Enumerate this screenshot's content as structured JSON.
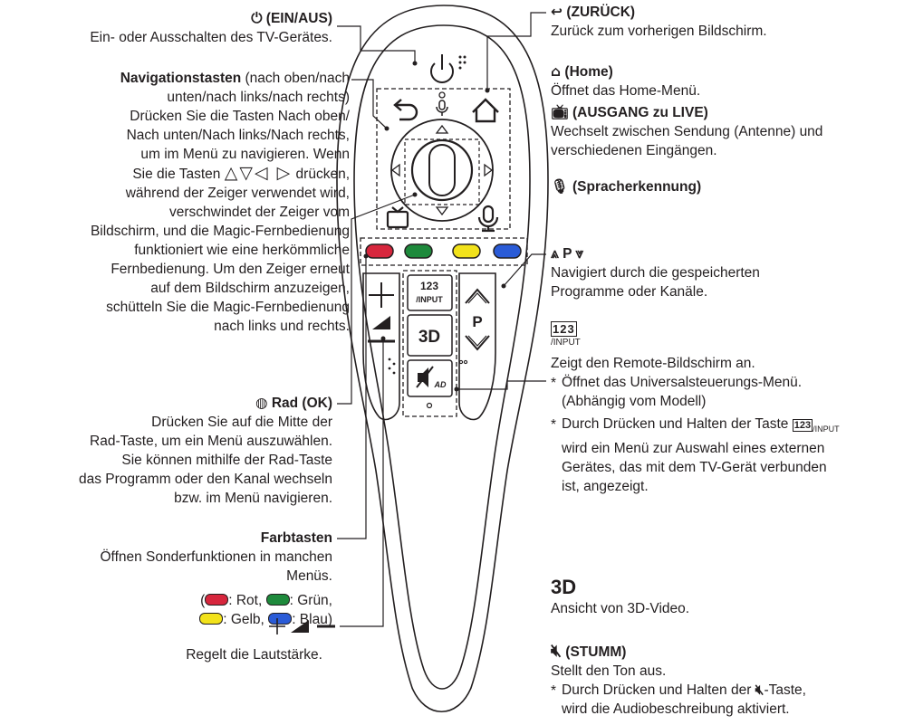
{
  "left": {
    "power": {
      "title": "(EIN/AUS)",
      "text": "Ein- oder Ausschalten des TV-Gerätes."
    },
    "nav": {
      "title": "Navigationstasten",
      "title_suffix": " (nach oben/nach",
      "lines": [
        "unten/nach links/nach rechts)",
        "Drücken Sie die Tasten Nach oben/",
        "Nach unten/Nach links/Nach rechts,",
        "um im Menü zu navigieren. Wenn",
        "Sie die Tasten",
        "drücken,",
        "während der Zeiger verwendet wird,",
        "verschwindet der Zeiger vom",
        "Bildschirm, und die Magic-Fernbedienung",
        "funktioniert wie eine herkömmliche",
        "Fernbedienung. Um den Zeiger erneut",
        "auf dem Bildschirm anzuzeigen,",
        "schütteln Sie die Magic-Fernbedienung",
        "nach links und rechts."
      ]
    },
    "wheel": {
      "title": "Rad (OK)",
      "lines": [
        "Drücken Sie auf die Mitte der",
        "Rad-Taste, um ein Menü auszuwählen.",
        "Sie können mithilfe der Rad-Taste",
        "das Programm oder den Kanal wechseln",
        "bzw. im Menü navigieren."
      ]
    },
    "color": {
      "title": "Farbtasten",
      "lines": [
        "Öffnen Sonderfunktionen in manchen",
        "Menüs."
      ],
      "red": ": Rot,",
      "green": ": Grün,",
      "yellow": ": Gelb,",
      "blue": ": Blau)",
      "open": "("
    },
    "volume": {
      "text": "Regelt die Lautstärke."
    }
  },
  "right": {
    "back": {
      "title": "(ZURÜCK)",
      "text": "Zurück zum vorherigen Bildschirm."
    },
    "home": {
      "title": "(Home)",
      "text": "Öffnet das Home-Menü."
    },
    "live": {
      "title": "(AUSGANG zu LIVE)",
      "lines": [
        "Wechselt zwischen Sendung (Antenne) und",
        "verschiedenen Eingängen."
      ]
    },
    "voice": {
      "title": "(Spracherkennung)"
    },
    "prog": {
      "title": "P",
      "lines": [
        "Navigiert durch die gespeicherten",
        "Programme oder Kanäle."
      ]
    },
    "input": {
      "digits": "123",
      "label": "/INPUT",
      "text": "Zeigt den Remote-Bildschirm an.",
      "note1": [
        "Öffnet das Universalsteuerungs-Menü.",
        "(Abhängig vom Modell)"
      ],
      "note2_a": "Durch Drücken und Halten der Taste",
      "note2_lines": [
        "wird ein Menü zur Auswahl eines externen",
        "Gerätes, das mit dem TV-Gerät verbunden",
        "ist, angezeigt."
      ]
    },
    "three_d": {
      "title": "3D",
      "text": "Ansicht von 3D-Video."
    },
    "mute": {
      "title": "(STUMM)",
      "text": "Stellt den Ton aus.",
      "note_a": "Durch Drücken und Halten der",
      "note_b": "-Taste,",
      "note_line2": "wird die Audiobeschreibung aktiviert."
    }
  },
  "remote": {
    "input_digits": "123",
    "input_label": "/INPUT",
    "three_d": "3D",
    "p_label": "P",
    "ad_label": "AD"
  },
  "colors": {
    "red": "#d7263d",
    "green": "#1e8a3c",
    "yellow": "#f2e21b",
    "blue": "#2a5bd7",
    "line": "#231f20"
  }
}
